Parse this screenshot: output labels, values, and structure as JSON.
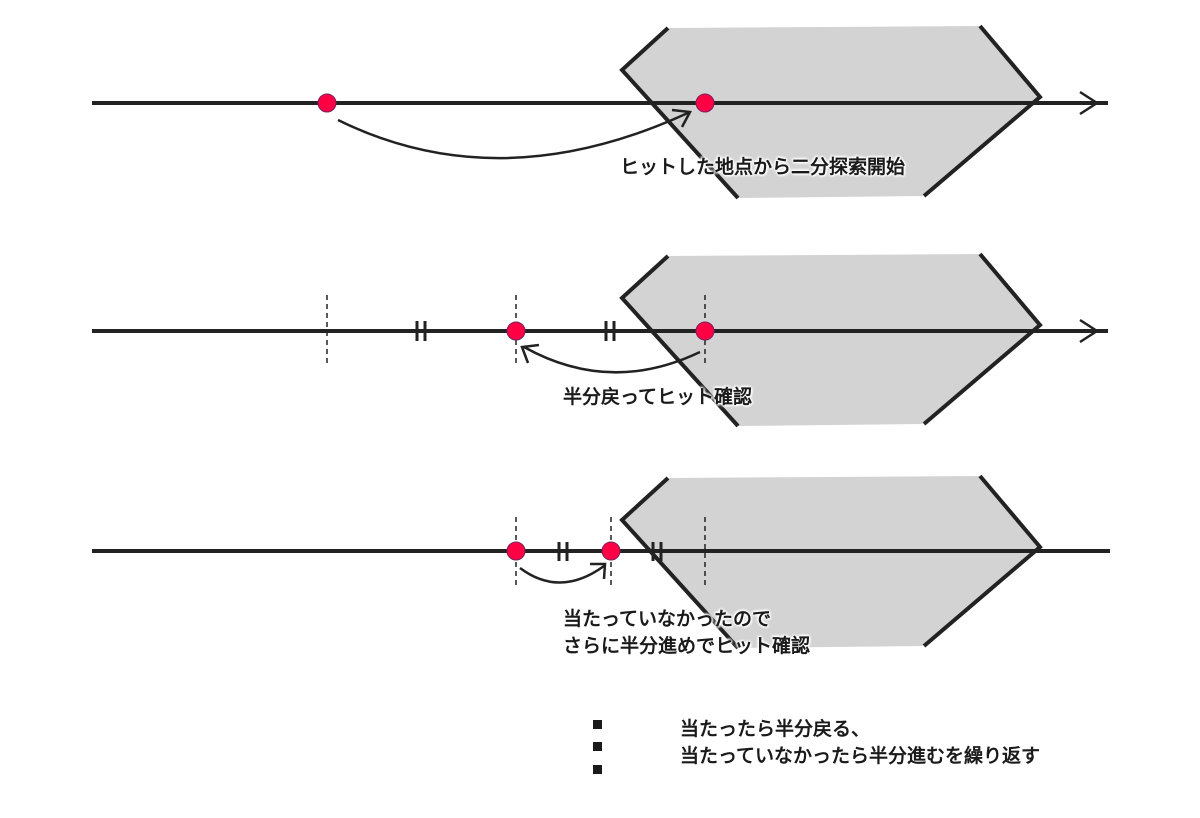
{
  "colors": {
    "region_fill": "#d3d3d3",
    "line": "#222222",
    "dot": "#ff0044"
  },
  "steps": [
    {
      "caption": "ヒットした地点から二分探索開始"
    },
    {
      "caption": "半分戻ってヒット確認"
    },
    {
      "caption_lines": [
        "当たっていなかったので",
        "さらに半分進めでヒット確認"
      ]
    }
  ],
  "summary": {
    "lines": [
      "当たったら半分戻る、",
      "当たっていなかったら半分進むを繰り返す"
    ]
  }
}
